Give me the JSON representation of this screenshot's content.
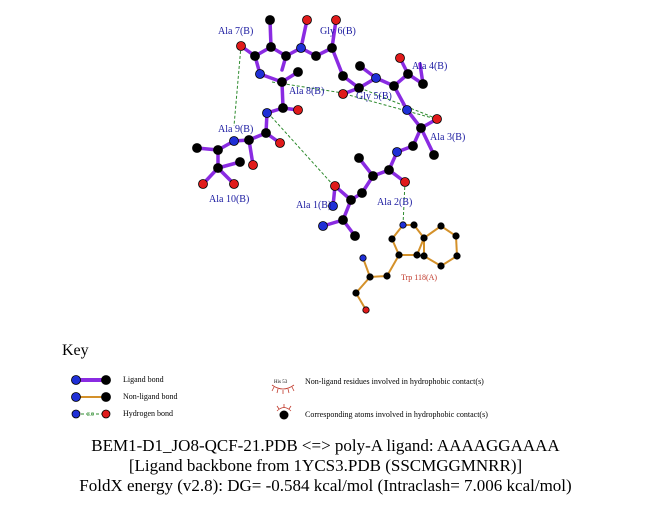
{
  "residues": {
    "ala7": "Ala 7(B)",
    "gly6": "Gly 6(B)",
    "ala4": "Ala 4(B)",
    "ala8": "Ala 8(B)",
    "gly5": "Gly 5(B)",
    "ala9": "Ala 9(B)",
    "ala3": "Ala 3(B)",
    "ala10": "Ala 10(B)",
    "ala1": "Ala 1(B)",
    "ala2": "Ala 2(B)",
    "trp118": "Trp 118(A)"
  },
  "key": {
    "title": "Key",
    "ligand_bond": "Ligand bond",
    "nonligand_bond": "Non-ligand bond",
    "hydrogen_bond": "Hydrogen bond",
    "hbond_length": "3.0",
    "hydrophobic_residues": "Non-ligand residues involved in hydrophobic contact(s)",
    "hydrophobic_example": "His 53",
    "hydrophobic_atoms": "Corresponding atoms involved in hydrophobic contact(s)"
  },
  "caption": {
    "line1": "BEM1-D1_JO8-QCF-21.PDB <=> poly-A ligand: AAAAGGAAAA",
    "line2": "[Ligand backbone from 1YCS3.PDB (SSCMGGMNRR)]",
    "line3": "FoldX energy (v2.8): DG= -0.584 kcal/mol (Intraclash= 7.006 kcal/mol)"
  },
  "colors": {
    "ligand_bond": "#8a2be2",
    "nonligand_bond": "#d4912a",
    "hydrogen_bond": "#2e8b2e",
    "carbon": "#000000",
    "nitrogen": "#1f2fd6",
    "oxygen": "#e01b1b",
    "hydrophobic_residue": "#c0392b"
  }
}
